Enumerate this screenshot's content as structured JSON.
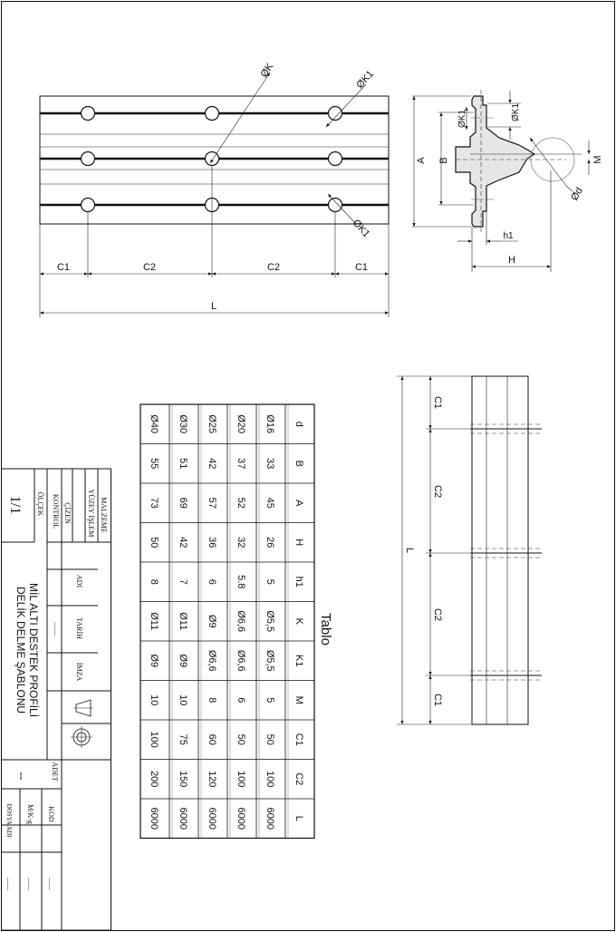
{
  "top_view": {
    "dims_bottom": [
      "C1",
      "C2",
      "C2",
      "C1"
    ],
    "length": "L",
    "hole_labels": {
      "k": "ØK",
      "k1_top": "ØK1",
      "k1_bottom": "ØK1"
    }
  },
  "section_view": {
    "labels": {
      "a": "A",
      "b": "B",
      "k1_upper": "ØK1",
      "k1_left": "ØK1",
      "m": "M",
      "d": "Ød",
      "h1": "h1",
      "h": "H"
    }
  },
  "side_view": {
    "dims": [
      "C1",
      "C2",
      "C2",
      "C1"
    ],
    "length": "L"
  },
  "table": {
    "title": "Tablo",
    "headers": [
      "d",
      "B",
      "A",
      "H",
      "h1",
      "K",
      "K1",
      "M",
      "C1",
      "C2",
      "L"
    ],
    "rows": [
      [
        "Ø16",
        "33",
        "45",
        "26",
        "5",
        "Ø5,5",
        "Ø5,5",
        "5",
        "50",
        "100",
        "6000"
      ],
      [
        "Ø20",
        "37",
        "52",
        "32",
        "5.8",
        "Ø6,6",
        "Ø6,6",
        "6",
        "50",
        "100",
        "6000"
      ],
      [
        "Ø25",
        "42",
        "57",
        "36",
        "6",
        "Ø9",
        "Ø6,6",
        "8",
        "60",
        "120",
        "6000"
      ],
      [
        "Ø30",
        "51",
        "69",
        "42",
        "7",
        "Ø11",
        "Ø9",
        "10",
        "75",
        "150",
        "6000"
      ],
      [
        "Ø40",
        "55",
        "73",
        "50",
        "8",
        "Ø11",
        "Ø9",
        "10",
        "100",
        "200",
        "6000"
      ]
    ]
  },
  "title_block": {
    "malzeme": "MALZEME",
    "yuzey": "YÜZEY İŞLEM",
    "cizen": "ÇİZEN",
    "kontrol": "KONTROL",
    "olcek_label": "ÖLÇEK",
    "olcek_value": "1/1",
    "adi": "ADI",
    "tarih": "TARİH",
    "imza": "İMZA",
    "date_placeholder": "........",
    "title_line1": "MİL ALTI DESTEK PROFİLİ",
    "title_line2": "DELİK DELME ŞABLONU",
    "adet_label": "ADET",
    "adet_value": "--",
    "kod_label": "KOD",
    "kod_value": ".......",
    "mkg_label": "M/K-g",
    "mkg_value": ".......",
    "dosya_label": "DOSYA ADI",
    "dosya_value": "......."
  }
}
